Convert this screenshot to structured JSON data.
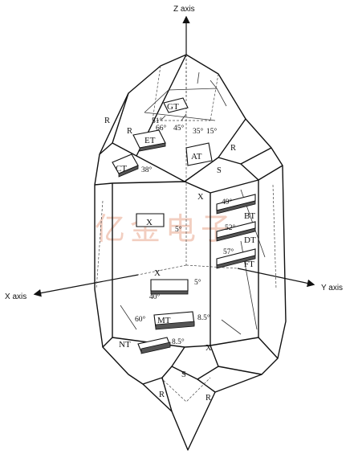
{
  "axes": {
    "z": "Z axis",
    "x": "X axis",
    "y": "Y axis"
  },
  "faces": {
    "r_upper_left": "R",
    "r_upper_mid": "R",
    "r_upper_right": "R",
    "s_upper": "S",
    "x_right": "X",
    "x_lower": "X",
    "s_lower": "S",
    "r_lower_left": "R",
    "r_lower_right": "R"
  },
  "cuts": {
    "gt": {
      "label": "GT",
      "angles": [
        "51°",
        "45°"
      ]
    },
    "et": {
      "label": "ET",
      "angle": "66°"
    },
    "at": {
      "label": "AT",
      "angles": [
        "35°",
        "15°"
      ]
    },
    "ct": {
      "label": "CT",
      "angle": "38°"
    },
    "x_upper": {
      "label": "X",
      "angle": "5°"
    },
    "bt": {
      "label": "BT",
      "angle": "49°"
    },
    "dt": {
      "label": "DT",
      "angle": "52°"
    },
    "ft": {
      "label": "FT",
      "angle": "57°"
    },
    "x_lower": {
      "label": "X",
      "angle": "5°"
    },
    "mt": {
      "label": "MT",
      "angles": [
        "40°",
        "60°",
        "8.5°"
      ]
    },
    "nt": {
      "label": "NT",
      "angle": "8.5°"
    }
  },
  "watermark": "亿金电子"
}
